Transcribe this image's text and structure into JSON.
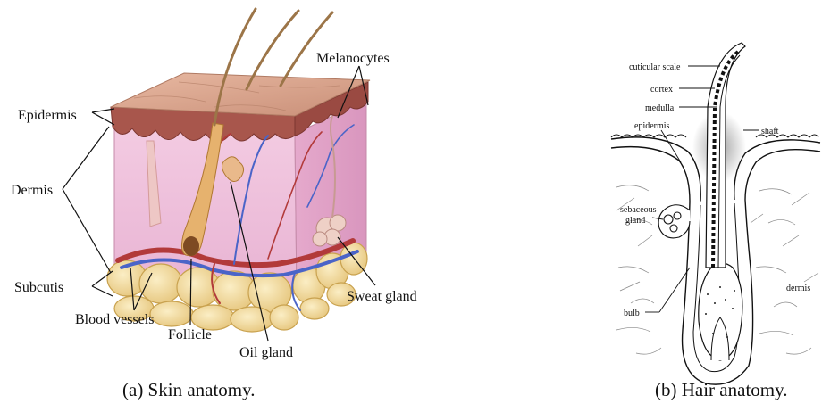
{
  "figure_a": {
    "caption": "(a) Skin anatomy.",
    "labels": {
      "epidermis": "Epidermis",
      "dermis": "Dermis",
      "subcutis": "Subcutis",
      "melanocytes": "Melanocytes",
      "blood_vessels": "Blood vessels",
      "follicle": "Follicle",
      "oil_gland": "Oil gland",
      "sweat_gland": "Sweat gland"
    }
  },
  "figure_b": {
    "caption": "(b) Hair anatomy.",
    "labels": {
      "cuticular_scale": "cuticular scale",
      "cortex": "cortex",
      "medulla": "medulla",
      "epidermis": "epidermis",
      "shaft": "shaft",
      "sebaceous_gland_line1": "sebaceous",
      "sebaceous_gland_line2": "gland",
      "bulb": "bulb",
      "dermis": "dermis"
    }
  },
  "colors": {
    "skin_top": "#d9a58d",
    "epidermis": "#a5514a",
    "dermis": "#f0c4df",
    "subcutis": "#f1d79a",
    "vessel_red": "#b23a3a",
    "vessel_blue": "#4a64c8",
    "line": "#111111"
  }
}
